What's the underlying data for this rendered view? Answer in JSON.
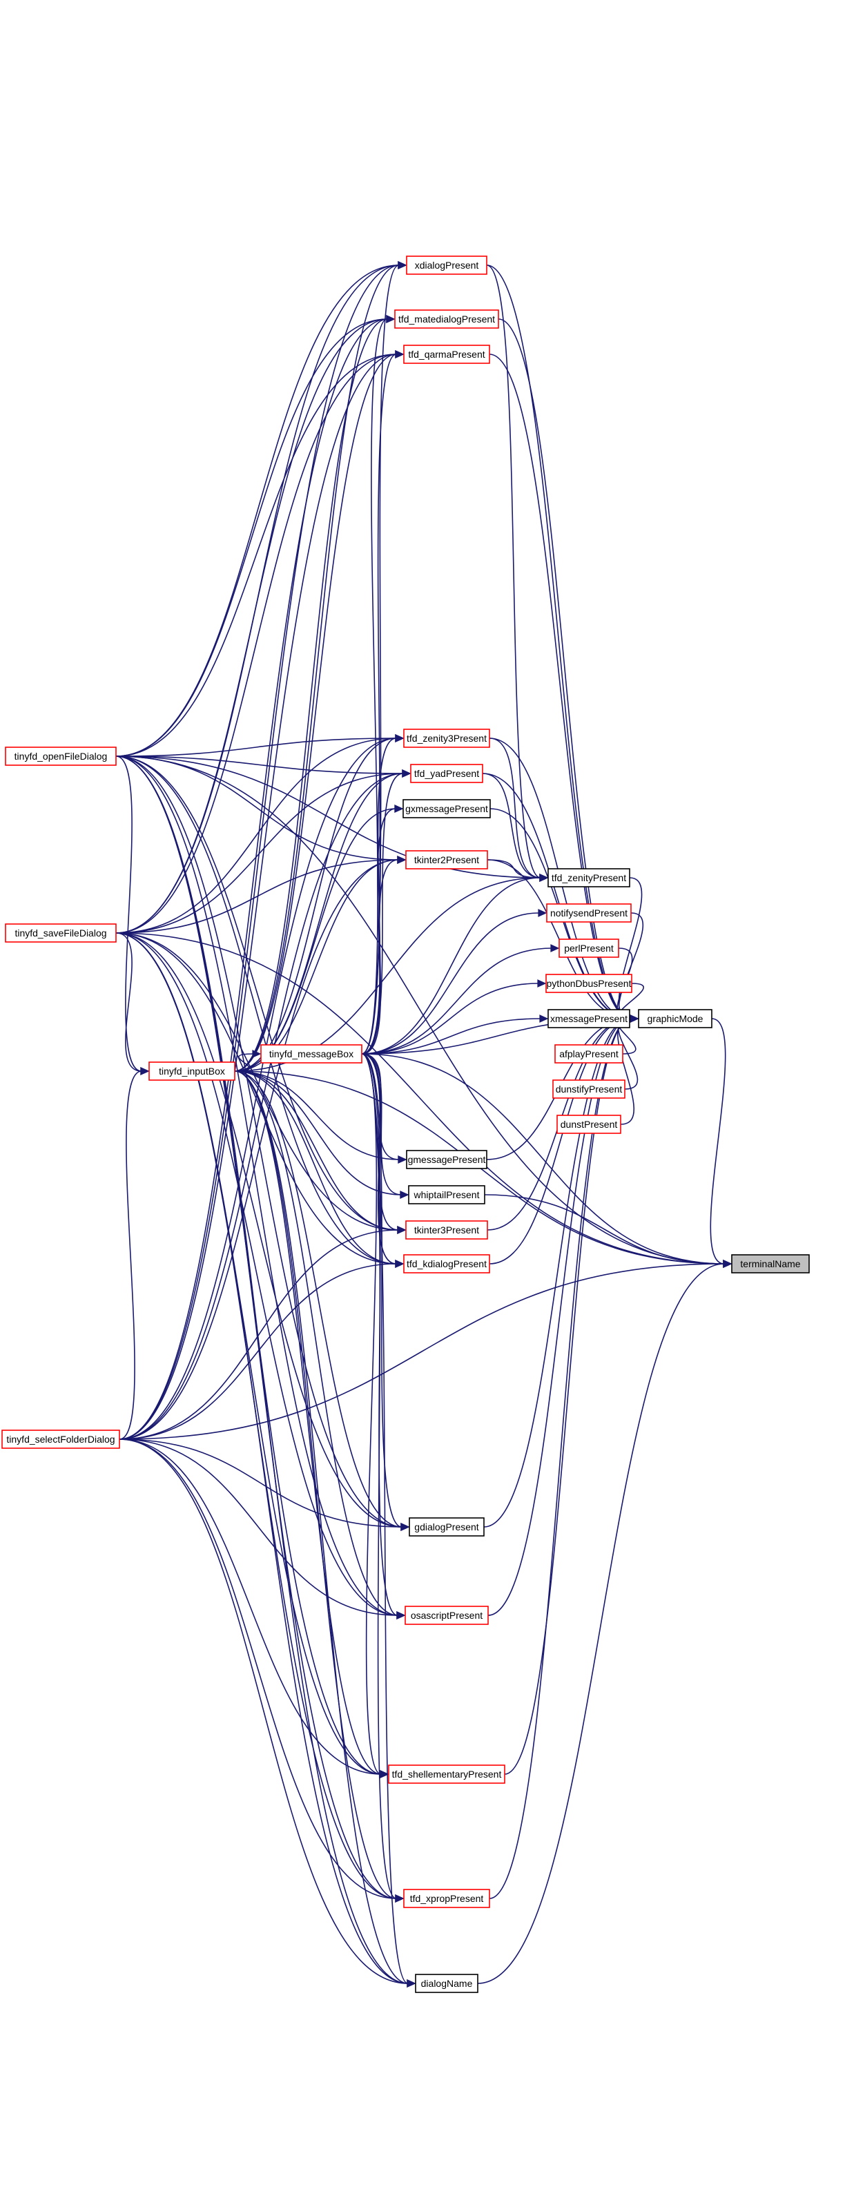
{
  "colors": {
    "edge": "#191970",
    "border_linked": "#ff0000",
    "border_plain": "#000000",
    "focus_fill": "#bfbfbf",
    "node_fill": "#ffffff"
  },
  "nodes": {
    "terminalName": {
      "label": "terminalName",
      "style": "focus"
    },
    "graphicMode": {
      "label": "graphicMode",
      "style": "plain"
    },
    "tinyfd_openFileDialog": {
      "label": "tinyfd_openFileDialog",
      "style": "linked"
    },
    "tinyfd_saveFileDialog": {
      "label": "tinyfd_saveFileDialog",
      "style": "linked"
    },
    "tinyfd_selectFolderDialog": {
      "label": "tinyfd_selectFolderDialog",
      "style": "linked"
    },
    "tinyfd_inputBox": {
      "label": "tinyfd_inputBox",
      "style": "linked"
    },
    "tinyfd_messageBox": {
      "label": "tinyfd_messageBox",
      "style": "linked"
    },
    "xdialogPresent": {
      "label": "xdialogPresent",
      "style": "linked"
    },
    "tfd_matedialogPresent": {
      "label": "tfd_matedialogPresent",
      "style": "linked"
    },
    "tfd_qarmaPresent": {
      "label": "tfd_qarmaPresent",
      "style": "linked"
    },
    "tfd_zenity3Present": {
      "label": "tfd_zenity3Present",
      "style": "linked"
    },
    "tfd_yadPresent": {
      "label": "tfd_yadPresent",
      "style": "linked"
    },
    "gxmessagePresent": {
      "label": "gxmessagePresent",
      "style": "plain"
    },
    "tkinter2Present": {
      "label": "tkinter2Present",
      "style": "linked"
    },
    "tfd_zenityPresent": {
      "label": "tfd_zenityPresent",
      "style": "plain"
    },
    "notifysendPresent": {
      "label": "notifysendPresent",
      "style": "linked"
    },
    "perlPresent": {
      "label": "perlPresent",
      "style": "linked"
    },
    "pythonDbusPresent": {
      "label": "pythonDbusPresent",
      "style": "linked"
    },
    "xmessagePresent": {
      "label": "xmessagePresent",
      "style": "plain"
    },
    "afplayPresent": {
      "label": "afplayPresent",
      "style": "linked"
    },
    "dunstifyPresent": {
      "label": "dunstifyPresent",
      "style": "linked"
    },
    "dunstPresent": {
      "label": "dunstPresent",
      "style": "linked"
    },
    "gmessagePresent": {
      "label": "gmessagePresent",
      "style": "plain"
    },
    "whiptailPresent": {
      "label": "whiptailPresent",
      "style": "plain"
    },
    "tkinter3Present": {
      "label": "tkinter3Present",
      "style": "linked"
    },
    "tfd_kdialogPresent": {
      "label": "tfd_kdialogPresent",
      "style": "linked"
    },
    "gdialogPresent": {
      "label": "gdialogPresent",
      "style": "plain"
    },
    "osascriptPresent": {
      "label": "osascriptPresent",
      "style": "linked"
    },
    "tfd_shellementaryPresent": {
      "label": "tfd_shellementaryPresent",
      "style": "linked"
    },
    "tfd_xpropPresent": {
      "label": "tfd_xpropPresent",
      "style": "linked"
    },
    "dialogName": {
      "label": "dialogName",
      "style": "plain"
    }
  },
  "edges": [
    [
      "graphicMode",
      "terminalName"
    ],
    [
      "whiptailPresent",
      "terminalName"
    ],
    [
      "dialogName",
      "terminalName"
    ],
    [
      "tinyfd_messageBox",
      "terminalName"
    ],
    [
      "tinyfd_inputBox",
      "terminalName"
    ],
    [
      "tinyfd_openFileDialog",
      "terminalName"
    ],
    [
      "tinyfd_saveFileDialog",
      "terminalName"
    ],
    [
      "tinyfd_selectFolderDialog",
      "terminalName"
    ],
    [
      "xdialogPresent",
      "graphicMode"
    ],
    [
      "tfd_matedialogPresent",
      "graphicMode"
    ],
    [
      "tfd_qarmaPresent",
      "graphicMode"
    ],
    [
      "tfd_zenity3Present",
      "graphicMode"
    ],
    [
      "tfd_yadPresent",
      "graphicMode"
    ],
    [
      "gxmessagePresent",
      "graphicMode"
    ],
    [
      "tkinter2Present",
      "graphicMode"
    ],
    [
      "tfd_zenityPresent",
      "graphicMode"
    ],
    [
      "notifysendPresent",
      "graphicMode"
    ],
    [
      "perlPresent",
      "graphicMode"
    ],
    [
      "pythonDbusPresent",
      "graphicMode"
    ],
    [
      "xmessagePresent",
      "graphicMode"
    ],
    [
      "afplayPresent",
      "graphicMode"
    ],
    [
      "dunstifyPresent",
      "graphicMode"
    ],
    [
      "dunstPresent",
      "graphicMode"
    ],
    [
      "gmessagePresent",
      "graphicMode"
    ],
    [
      "tkinter3Present",
      "graphicMode"
    ],
    [
      "tfd_kdialogPresent",
      "graphicMode"
    ],
    [
      "gdialogPresent",
      "graphicMode"
    ],
    [
      "osascriptPresent",
      "graphicMode"
    ],
    [
      "tfd_shellementaryPresent",
      "graphicMode"
    ],
    [
      "tfd_xpropPresent",
      "graphicMode"
    ],
    [
      "tinyfd_messageBox",
      "graphicMode"
    ],
    [
      "tinyfd_openFileDialog",
      "xdialogPresent"
    ],
    [
      "tinyfd_openFileDialog",
      "tfd_matedialogPresent"
    ],
    [
      "tinyfd_openFileDialog",
      "tfd_qarmaPresent"
    ],
    [
      "tinyfd_openFileDialog",
      "tfd_zenity3Present"
    ],
    [
      "tinyfd_openFileDialog",
      "tfd_yadPresent"
    ],
    [
      "tinyfd_openFileDialog",
      "tkinter2Present"
    ],
    [
      "tinyfd_openFileDialog",
      "tfd_zenityPresent"
    ],
    [
      "tinyfd_openFileDialog",
      "tinyfd_inputBox"
    ],
    [
      "tinyfd_openFileDialog",
      "tkinter3Present"
    ],
    [
      "tinyfd_openFileDialog",
      "tfd_kdialogPresent"
    ],
    [
      "tinyfd_openFileDialog",
      "gdialogPresent"
    ],
    [
      "tinyfd_openFileDialog",
      "osascriptPresent"
    ],
    [
      "tinyfd_openFileDialog",
      "tfd_shellementaryPresent"
    ],
    [
      "tinyfd_openFileDialog",
      "tfd_xpropPresent"
    ],
    [
      "tinyfd_openFileDialog",
      "dialogName"
    ],
    [
      "tinyfd_saveFileDialog",
      "xdialogPresent"
    ],
    [
      "tinyfd_saveFileDialog",
      "tfd_matedialogPresent"
    ],
    [
      "tinyfd_saveFileDialog",
      "tfd_qarmaPresent"
    ],
    [
      "tinyfd_saveFileDialog",
      "tfd_zenity3Present"
    ],
    [
      "tinyfd_saveFileDialog",
      "tfd_yadPresent"
    ],
    [
      "tinyfd_saveFileDialog",
      "tkinter2Present"
    ],
    [
      "tinyfd_saveFileDialog",
      "tinyfd_inputBox"
    ],
    [
      "tinyfd_saveFileDialog",
      "tkinter3Present"
    ],
    [
      "tinyfd_saveFileDialog",
      "tfd_kdialogPresent"
    ],
    [
      "tinyfd_saveFileDialog",
      "gdialogPresent"
    ],
    [
      "tinyfd_saveFileDialog",
      "osascriptPresent"
    ],
    [
      "tinyfd_saveFileDialog",
      "tfd_shellementaryPresent"
    ],
    [
      "tinyfd_saveFileDialog",
      "tfd_xpropPresent"
    ],
    [
      "tinyfd_saveFileDialog",
      "dialogName"
    ],
    [
      "tinyfd_selectFolderDialog",
      "xdialogPresent"
    ],
    [
      "tinyfd_selectFolderDialog",
      "tfd_matedialogPresent"
    ],
    [
      "tinyfd_selectFolderDialog",
      "tfd_qarmaPresent"
    ],
    [
      "tinyfd_selectFolderDialog",
      "tfd_zenity3Present"
    ],
    [
      "tinyfd_selectFolderDialog",
      "tfd_yadPresent"
    ],
    [
      "tinyfd_selectFolderDialog",
      "tkinter2Present"
    ],
    [
      "tinyfd_selectFolderDialog",
      "tinyfd_inputBox"
    ],
    [
      "tinyfd_selectFolderDialog",
      "tkinter3Present"
    ],
    [
      "tinyfd_selectFolderDialog",
      "tfd_kdialogPresent"
    ],
    [
      "tinyfd_selectFolderDialog",
      "gdialogPresent"
    ],
    [
      "tinyfd_selectFolderDialog",
      "osascriptPresent"
    ],
    [
      "tinyfd_selectFolderDialog",
      "tfd_shellementaryPresent"
    ],
    [
      "tinyfd_selectFolderDialog",
      "tfd_xpropPresent"
    ],
    [
      "tinyfd_selectFolderDialog",
      "dialogName"
    ],
    [
      "tinyfd_inputBox",
      "tinyfd_messageBox"
    ],
    [
      "tinyfd_inputBox",
      "xdialogPresent"
    ],
    [
      "tinyfd_inputBox",
      "tfd_matedialogPresent"
    ],
    [
      "tinyfd_inputBox",
      "tfd_qarmaPresent"
    ],
    [
      "tinyfd_inputBox",
      "tfd_zenity3Present"
    ],
    [
      "tinyfd_inputBox",
      "tfd_yadPresent"
    ],
    [
      "tinyfd_inputBox",
      "gxmessagePresent"
    ],
    [
      "tinyfd_inputBox",
      "tkinter2Present"
    ],
    [
      "tinyfd_inputBox",
      "tfd_zenityPresent"
    ],
    [
      "tinyfd_inputBox",
      "gmessagePresent"
    ],
    [
      "tinyfd_inputBox",
      "whiptailPresent"
    ],
    [
      "tinyfd_inputBox",
      "tkinter3Present"
    ],
    [
      "tinyfd_inputBox",
      "tfd_kdialogPresent"
    ],
    [
      "tinyfd_inputBox",
      "gdialogPresent"
    ],
    [
      "tinyfd_inputBox",
      "osascriptPresent"
    ],
    [
      "tinyfd_inputBox",
      "tfd_shellementaryPresent"
    ],
    [
      "tinyfd_inputBox",
      "tfd_xpropPresent"
    ],
    [
      "tinyfd_inputBox",
      "dialogName"
    ],
    [
      "tinyfd_messageBox",
      "xdialogPresent"
    ],
    [
      "tinyfd_messageBox",
      "tfd_matedialogPresent"
    ],
    [
      "tinyfd_messageBox",
      "tfd_qarmaPresent"
    ],
    [
      "tinyfd_messageBox",
      "tfd_zenity3Present"
    ],
    [
      "tinyfd_messageBox",
      "tfd_yadPresent"
    ],
    [
      "tinyfd_messageBox",
      "gxmessagePresent"
    ],
    [
      "tinyfd_messageBox",
      "tkinter2Present"
    ],
    [
      "tinyfd_messageBox",
      "tfd_zenityPresent"
    ],
    [
      "tinyfd_messageBox",
      "notifysendPresent"
    ],
    [
      "tinyfd_messageBox",
      "perlPresent"
    ],
    [
      "tinyfd_messageBox",
      "pythonDbusPresent"
    ],
    [
      "tinyfd_messageBox",
      "xmessagePresent"
    ],
    [
      "tinyfd_messageBox",
      "gmessagePresent"
    ],
    [
      "tinyfd_messageBox",
      "whiptailPresent"
    ],
    [
      "tinyfd_messageBox",
      "tkinter3Present"
    ],
    [
      "tinyfd_messageBox",
      "tfd_kdialogPresent"
    ],
    [
      "tinyfd_messageBox",
      "gdialogPresent"
    ],
    [
      "tinyfd_messageBox",
      "osascriptPresent"
    ],
    [
      "tinyfd_messageBox",
      "tfd_shellementaryPresent"
    ],
    [
      "tinyfd_messageBox",
      "tfd_xpropPresent"
    ],
    [
      "tinyfd_messageBox",
      "dialogName"
    ],
    [
      "tfd_zenity3Present",
      "tfd_zenityPresent"
    ],
    [
      "tfd_yadPresent",
      "tfd_zenityPresent"
    ],
    [
      "tkinter2Present",
      "tfd_zenityPresent"
    ],
    [
      "xdialogPresent",
      "tfd_zenityPresent"
    ]
  ]
}
